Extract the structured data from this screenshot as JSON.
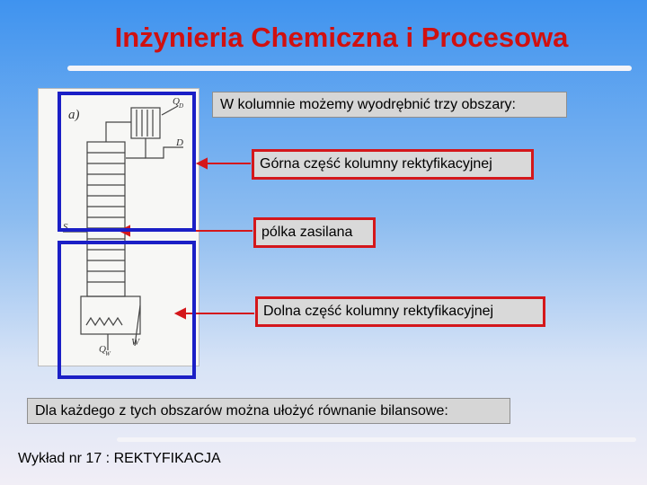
{
  "title": "Inżynieria Chemiczna i Procesowa",
  "intro": "W kolumnie możemy wyodrębnić trzy obszary:",
  "regions": {
    "top": "Górna część kolumny rektyfikacyjnej",
    "feed": "pólka zasilana",
    "bottom": "Dolna część kolumny rektyfikacyjnej"
  },
  "balance_text": "Dla każdego z tych obszarów można ułożyć równanie bilansowe:",
  "footer": "Wykład nr 17  : REKTYFIKACJA",
  "diagram_labels": {
    "panel": "a)",
    "condenser_heat": "Q",
    "condenser_heat_sub": "D",
    "distillate": "D",
    "feed": "S",
    "reboiler_heat": "Q",
    "reboiler_heat_sub": "W",
    "bottoms": "W"
  },
  "colors": {
    "title": "#d01010",
    "region_border": "#1b1fc6",
    "arrow": "#d4171b",
    "label_border": "#d4171b"
  }
}
